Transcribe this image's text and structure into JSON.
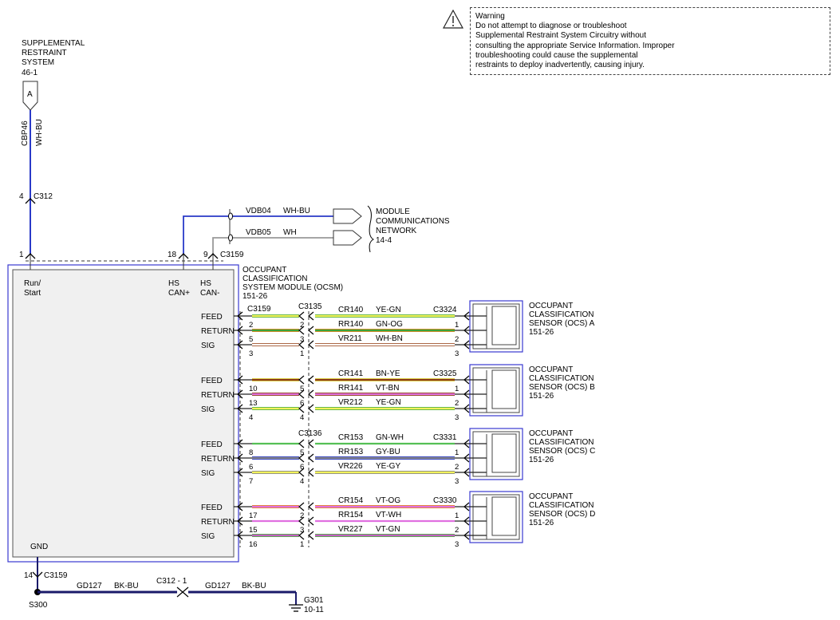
{
  "warning": {
    "title": "Warning",
    "lines": [
      "Do not attempt to diagnose or troubleshoot",
      "Supplemental Restraint System Circuitry without",
      "consulting the appropriate Service Information. Improper",
      "troubleshooting could cause the supplemental",
      "restraints to deploy inadvertently, causing injury."
    ]
  },
  "srs": {
    "name_lines": [
      "SUPPLEMENTAL",
      "RESTRAINT",
      "SYSTEM"
    ],
    "ref": "46-1",
    "connector_letter": "A",
    "circuit": "CBP46",
    "color": "WH-BU",
    "pin": "4",
    "connector": "C312"
  },
  "network": {
    "name_lines": [
      "MODULE",
      "COMMUNICATIONS",
      "NETWORK"
    ],
    "ref": "14-4",
    "wires": [
      {
        "circuit": "VDB04",
        "color": "WH-BU"
      },
      {
        "circuit": "VDB05",
        "color": "WH"
      }
    ]
  },
  "module": {
    "name_lines": [
      "OCCUPANT",
      "CLASSIFICATION",
      "SYSTEM MODULE (OCSM)"
    ],
    "ref": "151-26",
    "connector": "C3159",
    "pins_top": [
      "1",
      "18",
      "9"
    ],
    "run_start": [
      "Run/",
      "Start"
    ],
    "can_plus": [
      "HS",
      "CAN+"
    ],
    "can_minus": [
      "HS",
      "CAN-"
    ],
    "gnd": "GND"
  },
  "connectors": {
    "module": "C3159",
    "inline_a": "C3135",
    "inline_b": "C3136"
  },
  "sensors": [
    {
      "name_lines": [
        "OCCUPANT",
        "CLASSIFICATION",
        "SENSOR (OCS) A"
      ],
      "ref": "151-26",
      "connector": "C3324",
      "wires": [
        {
          "label": "FEED",
          "module_pin": "2",
          "inline_pin": "2",
          "circuit": "CR140",
          "color": "YE-GN",
          "sensor_pin": "1",
          "c1": "#f2f25a",
          "c2": "#55b04a"
        },
        {
          "label": "RETURN",
          "module_pin": "5",
          "inline_pin": "3",
          "circuit": "RR140",
          "color": "GN-OG",
          "sensor_pin": "2",
          "c1": "#3aa33a",
          "c2": "#e58a2a"
        },
        {
          "label": "SIG",
          "module_pin": "3",
          "inline_pin": "1",
          "circuit": "VR211",
          "color": "WH-BN",
          "sensor_pin": "3",
          "c1": "#ffffff",
          "c2": "#a0522d"
        }
      ]
    },
    {
      "name_lines": [
        "OCCUPANT",
        "CLASSIFICATION",
        "SENSOR (OCS) B"
      ],
      "ref": "151-26",
      "connector": "C3325",
      "wires": [
        {
          "label": "FEED",
          "module_pin": "10",
          "inline_pin": "5",
          "circuit": "CR141",
          "color": "BN-YE",
          "sensor_pin": "1",
          "c1": "#8b3a1a",
          "c2": "#e6e24a"
        },
        {
          "label": "RETURN",
          "module_pin": "13",
          "inline_pin": "6",
          "circuit": "RR141",
          "color": "VT-BN",
          "sensor_pin": "2",
          "c1": "#e070e0",
          "c2": "#8b4513"
        },
        {
          "label": "SIG",
          "module_pin": "4",
          "inline_pin": "4",
          "circuit": "VR212",
          "color": "YE-GN",
          "sensor_pin": "3",
          "c1": "#f2f25a",
          "c2": "#55b04a"
        }
      ]
    },
    {
      "name_lines": [
        "OCCUPANT",
        "CLASSIFICATION",
        "SENSOR (OCS) C"
      ],
      "ref": "151-26",
      "connector": "C3331",
      "wires": [
        {
          "label": "FEED",
          "module_pin": "8",
          "inline_pin": "5",
          "circuit": "CR153",
          "color": "GN-WH",
          "sensor_pin": "1",
          "c1": "#55c055",
          "c2": "#ffffff"
        },
        {
          "label": "RETURN",
          "module_pin": "6",
          "inline_pin": "6",
          "circuit": "RR153",
          "color": "GY-BU",
          "sensor_pin": "2",
          "c1": "#888888",
          "c2": "#2a3ac8"
        },
        {
          "label": "SIG",
          "module_pin": "7",
          "inline_pin": "4",
          "circuit": "VR226",
          "color": "YE-GY",
          "sensor_pin": "3",
          "c1": "#f2f25a",
          "c2": "#888888"
        }
      ]
    },
    {
      "name_lines": [
        "OCCUPANT",
        "CLASSIFICATION",
        "SENSOR (OCS) D"
      ],
      "ref": "151-26",
      "connector": "C3330",
      "wires": [
        {
          "label": "FEED",
          "module_pin": "17",
          "inline_pin": "2",
          "circuit": "CR154",
          "color": "VT-OG",
          "sensor_pin": "1",
          "c1": "#e070e0",
          "c2": "#e58a2a"
        },
        {
          "label": "RETURN",
          "module_pin": "15",
          "inline_pin": "3",
          "circuit": "RR154",
          "color": "VT-WH",
          "sensor_pin": "2",
          "c1": "#e070e0",
          "c2": "#ffffff"
        },
        {
          "label": "SIG",
          "module_pin": "16",
          "inline_pin": "1",
          "circuit": "VR227",
          "color": "VT-GN",
          "sensor_pin": "3",
          "c1": "#c060c0",
          "c2": "#55b04a"
        }
      ]
    }
  ],
  "ground": {
    "pin": "14",
    "connector": "C3159",
    "splice": "S300",
    "circuit1": "GD127",
    "color1": "BK-BU",
    "inline": "C312 - 1",
    "circuit2": "GD127",
    "color2": "BK-BU",
    "ground_point": "G301",
    "ref": "10-11"
  }
}
